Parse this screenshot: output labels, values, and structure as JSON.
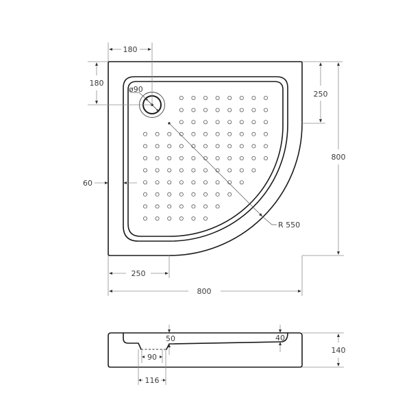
{
  "title": "Quarter-round shower tray technical drawing",
  "colors": {
    "outline": "#1a1a1a",
    "dimension": "#8c8c8c",
    "text": "#3a3a3a",
    "background": "#ffffff"
  },
  "plan_view": {
    "dimensions": {
      "drain_offset_x": "180",
      "drain_offset_y": "180",
      "drain_diameter": "ø90",
      "right_flat_length": "250",
      "overall_depth": "800",
      "rim_width": "60",
      "curve_radius": "R 550",
      "bottom_flat_length": "250",
      "overall_width": "800"
    },
    "dot_grid": {
      "rows": 11,
      "columns": 11,
      "row_spans": [
        [
          4,
          11
        ],
        [
          4,
          11
        ],
        [
          4,
          11
        ],
        [
          1,
          11
        ],
        [
          1,
          11
        ],
        [
          1,
          11
        ],
        [
          1,
          10
        ],
        [
          1,
          9
        ],
        [
          1,
          8
        ],
        [
          1,
          7
        ],
        [
          1,
          6
        ]
      ]
    }
  },
  "side_view": {
    "dimensions": {
      "drain_depth": "50",
      "rim_step": "40",
      "overall_height": "140",
      "drain_inner_width": "90",
      "drain_outer_width": "116"
    }
  }
}
